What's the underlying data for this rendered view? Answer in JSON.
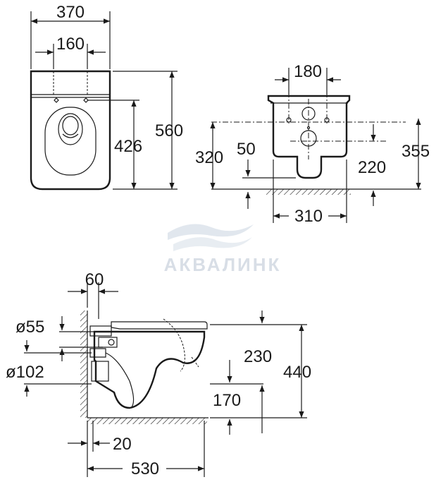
{
  "watermark": {
    "text": "АКВАЛИНК",
    "color": "#d8dee6"
  },
  "front_view": {
    "width_overall": "370",
    "width_fixing": "160",
    "height_overall": "560",
    "height_fixing": "426"
  },
  "rear_view": {
    "fixing_spacing": "180",
    "waste_height": "320",
    "waste_offset": "50",
    "bolt_height": "220",
    "total_height": "355",
    "base_width": "310"
  },
  "side_view": {
    "wall_offset": "60",
    "inlet_diameter": "ø55",
    "outlet_diameter": "ø102",
    "outlet_height": "230",
    "seat_height": "440",
    "outlet_center": "170",
    "back_offset": "20",
    "projection": "530"
  }
}
